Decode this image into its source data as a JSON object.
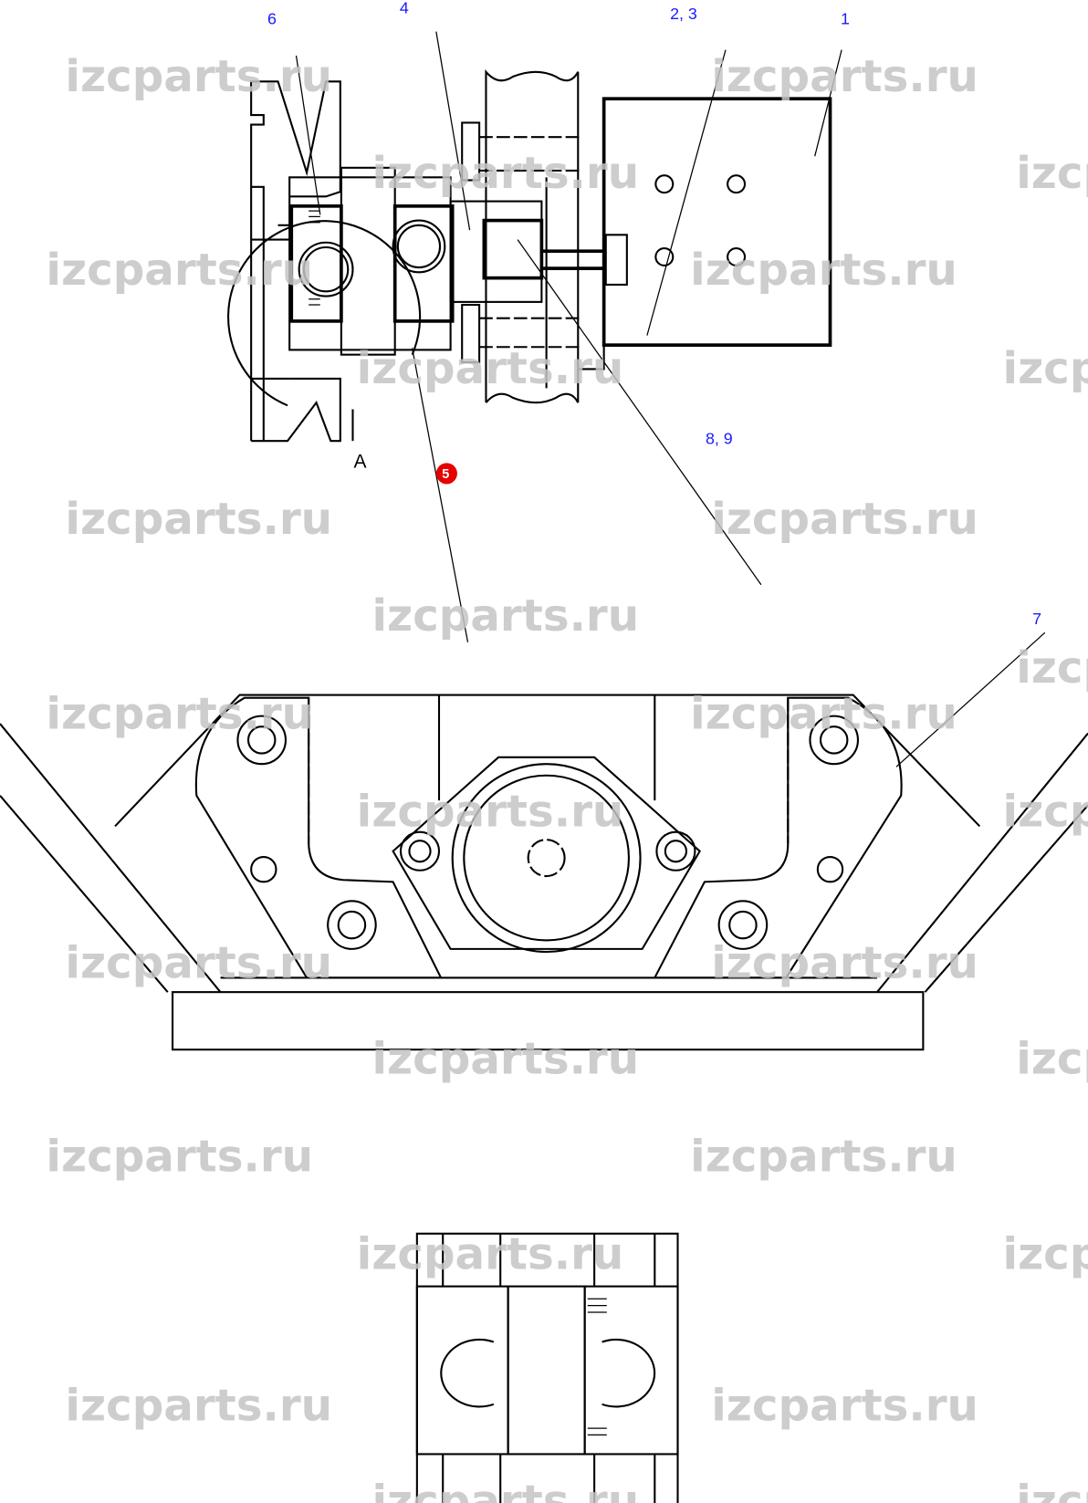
{
  "watermark": "izcparts.ru",
  "callouts": {
    "c1": "1",
    "c23": "2, 3",
    "c4": "4",
    "c5": "5",
    "c6": "6",
    "c7": "7",
    "c89": "8, 9",
    "detail": "A"
  },
  "colors": {
    "callout": "#1a1aff",
    "highlight": "#e60000",
    "watermark": "#c4c4c4"
  }
}
